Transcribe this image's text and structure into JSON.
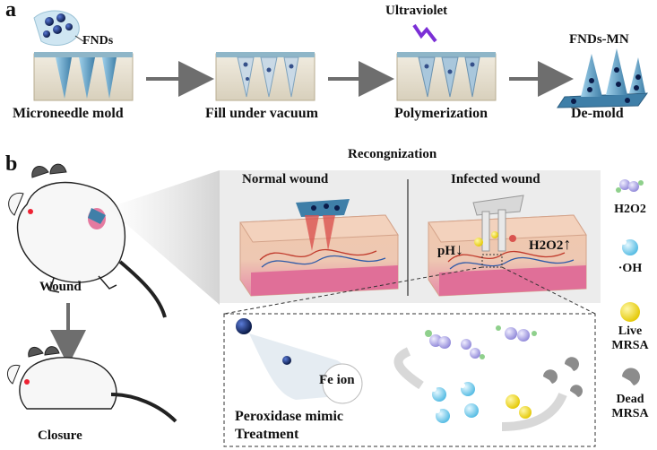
{
  "panel_a": {
    "letter": "a",
    "steps": [
      {
        "label": "Microneedle mold"
      },
      {
        "label": "Fill under vacuum"
      },
      {
        "label": "Polymerization"
      },
      {
        "label": "De-mold"
      }
    ],
    "fnd_label": "FNDs",
    "uv_label": "Ultraviolet",
    "product_label": "FNDs-MN"
  },
  "panel_b": {
    "letter": "b",
    "wound_label": "Wound",
    "closure_label": "Closure",
    "recognition_title": "Recongnization",
    "normal_title": "Normal wound",
    "infected_title": "Infected wound",
    "ph_label": "pH",
    "h2o2_label": "H2O2",
    "fe_label": "Fe ion",
    "treatment_line1": "Peroxidase mimic",
    "treatment_line2": "Treatment"
  },
  "legend": {
    "h2o2": "H2O2",
    "oh": "·OH",
    "live_1": "Live",
    "live_2": "MRSA",
    "dead_1": "Dead",
    "dead_2": "MRSA"
  },
  "colors": {
    "mold_fill": "#e9e4d6",
    "mold_top": "#8fb6c8",
    "needle": "#5f9ec0",
    "arrow": "#6e6e6e",
    "uv": "#7b2fd6",
    "skin_top": "#e7b9a0",
    "skin_base": "#e57aa0",
    "vessel_red": "#c0392b",
    "vessel_blue": "#2e5aa8",
    "h2o2_bead": "#b7b0e8",
    "oh_bead": "#7fd1ec",
    "live": "#f2de2a",
    "dead": "#8c8c8c"
  }
}
